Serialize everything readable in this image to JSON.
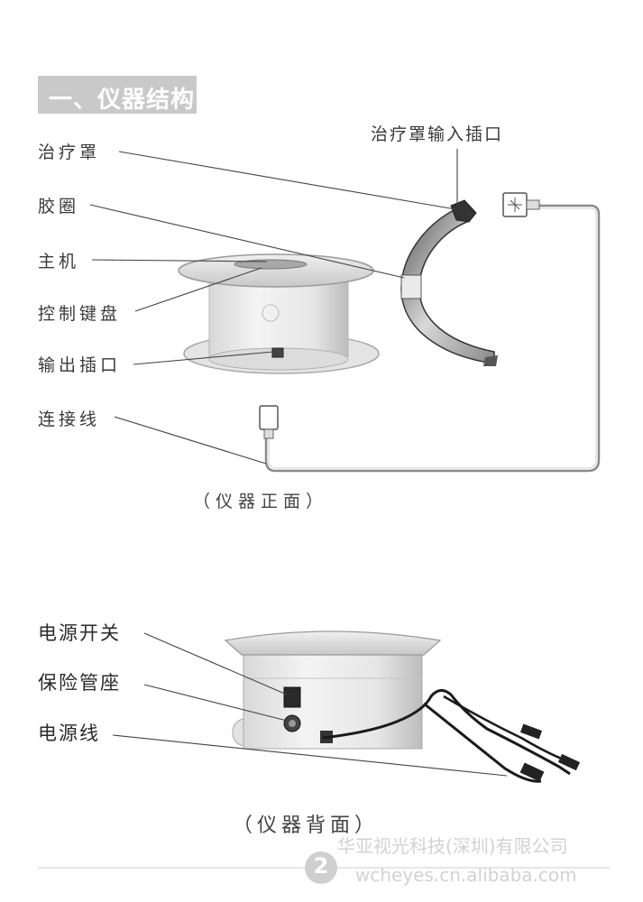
{
  "section": {
    "title": "一、仪器结构"
  },
  "front": {
    "labels": {
      "treatment_cover": "治疗罩",
      "rubber_ring": "胶圈",
      "main_unit": "主机",
      "control_keyboard": "控制键盘",
      "output_socket": "输出插口",
      "connecting_cable": "连接线",
      "cover_input_socket": "治疗罩输入插口"
    },
    "caption": "（仪器正面）"
  },
  "back": {
    "labels": {
      "power_switch": "电源开关",
      "fuse_holder": "保险管座",
      "power_cord": "电源线"
    },
    "caption": "（仪器背面）"
  },
  "footer": {
    "page_number": "2",
    "watermark_company": "华亚视光科技(深圳)有限公司",
    "watermark_url": "wcheyes.cn.alibaba.com"
  }
}
